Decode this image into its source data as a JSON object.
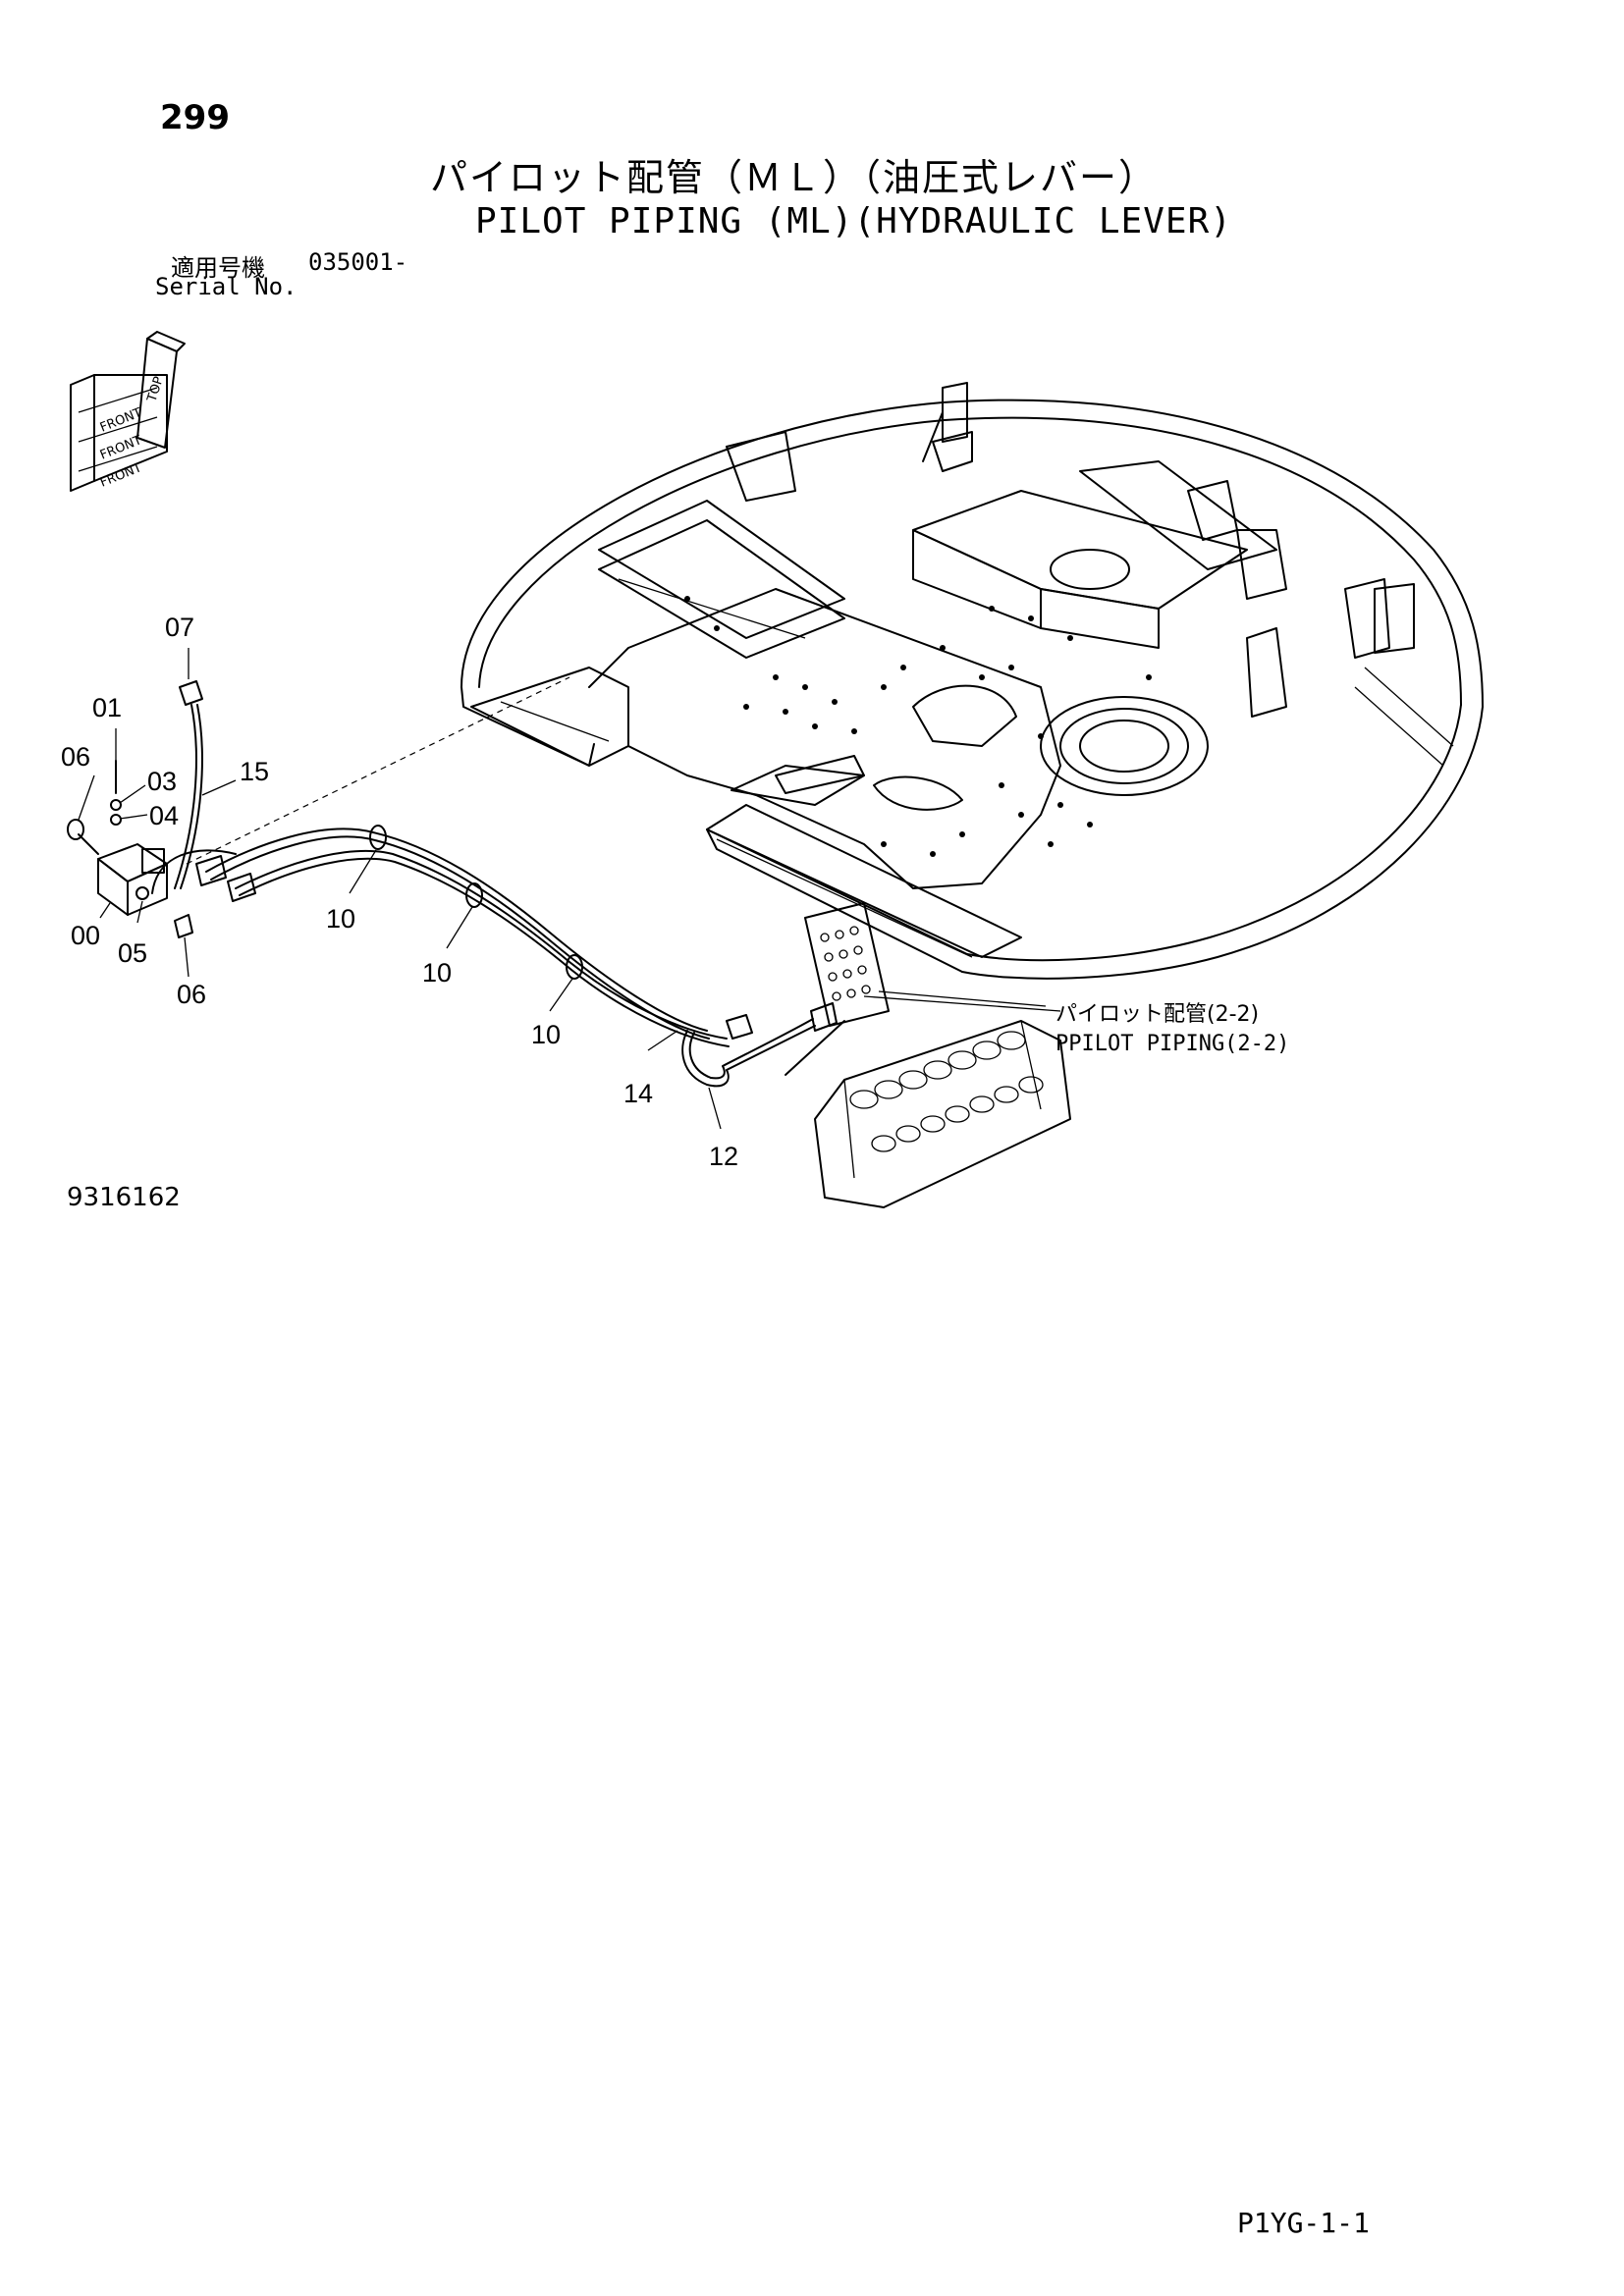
{
  "page": {
    "number": "299",
    "title_jp": "パイロット配管（ＭＬ）（油圧式レバー）",
    "title_en": "PILOT PIPING (ML)(HYDRAULIC LEVER)",
    "serial_label_jp": "適用号機",
    "serial_value": "035001-",
    "serial_label_en": "Serial No.",
    "drawing_number": "9316162",
    "page_code": "P1YG-1-1"
  },
  "orientation_icon": {
    "labels": [
      "TOP",
      "FRONT",
      "FRONT",
      "FRONT"
    ]
  },
  "callouts": [
    {
      "id": "c07",
      "label": "07"
    },
    {
      "id": "c01",
      "label": "01"
    },
    {
      "id": "c06a",
      "label": "06"
    },
    {
      "id": "c03",
      "label": "03"
    },
    {
      "id": "c15",
      "label": "15"
    },
    {
      "id": "c04",
      "label": "04"
    },
    {
      "id": "c00",
      "label": "00"
    },
    {
      "id": "c05",
      "label": "05"
    },
    {
      "id": "c06b",
      "label": "06"
    },
    {
      "id": "c10a",
      "label": "10"
    },
    {
      "id": "c10b",
      "label": "10"
    },
    {
      "id": "c10c",
      "label": "10"
    },
    {
      "id": "c14",
      "label": "14"
    },
    {
      "id": "c12",
      "label": "12"
    }
  ],
  "cross_reference": {
    "label_jp": "パイロット配管(2-2)",
    "label_en": "PPILOT PIPING(2-2)"
  }
}
